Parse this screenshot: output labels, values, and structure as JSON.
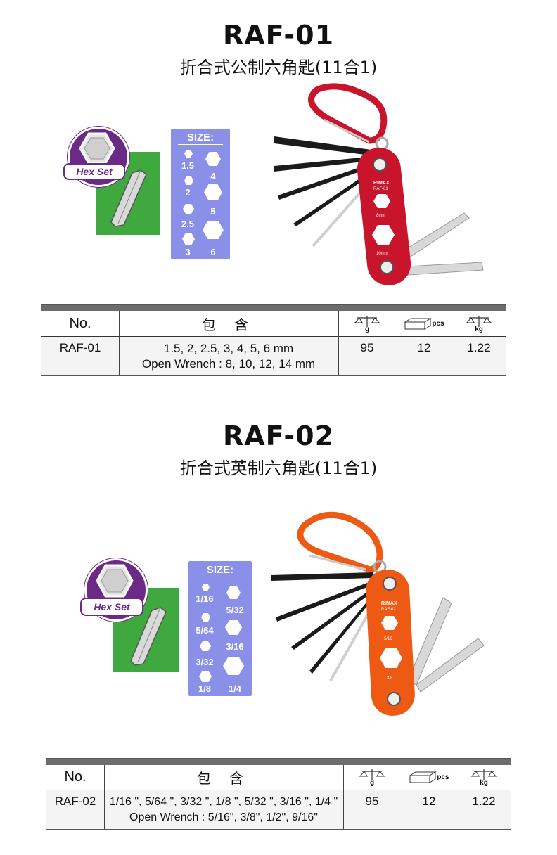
{
  "products": [
    {
      "model": "RAF-01",
      "subtitle": "折合式公制六角匙(11合1)",
      "badge": "Hex Set",
      "size_card": {
        "title": "SIZE:",
        "sizes": [
          "1.5",
          "2",
          "2.5",
          "3",
          "4",
          "5",
          "6"
        ]
      },
      "tool_print": {
        "brand": "RIMAX",
        "model": "RAF-01",
        "mark1": "8mm",
        "mark2": "10mm"
      },
      "tool_color": "#c8152b",
      "table": {
        "headers": {
          "no": "No.",
          "content": "包 含",
          "weight_unit": "g",
          "pcs_unit": "pcs",
          "kg_unit": "kg"
        },
        "row": {
          "no": "RAF-01",
          "content_line1": "1.5, 2, 2.5, 3, 4, 5, 6 mm",
          "content_line2": "Open Wrench : 8, 10, 12, 14 mm",
          "weight": "95",
          "pcs": "12",
          "kg": "1.22"
        }
      }
    },
    {
      "model": "RAF-02",
      "subtitle": "折合式英制六角匙(11合1)",
      "badge": "Hex Set",
      "size_card": {
        "title": "SIZE:",
        "sizes": [
          "1/16",
          "5/64",
          "3/32",
          "1/8",
          "5/32",
          "3/16",
          "1/4"
        ]
      },
      "tool_print": {
        "brand": "RIMAX",
        "model": "RAF-02",
        "mark1": "5/16",
        "mark2": "3/8"
      },
      "tool_color": "#ee5a14",
      "table": {
        "headers": {
          "no": "No.",
          "content": "包 含",
          "weight_unit": "g",
          "pcs_unit": "pcs",
          "kg_unit": "kg"
        },
        "row": {
          "no": "RAF-02",
          "content_line1": "1/16 \", 5/64 \", 3/32 \", 1/8 \", 5/32 \", 3/16 \", 1/4 \"",
          "content_line2": "Open Wrench : 5/16\", 3/8\", 1/2\", 9/16\"",
          "weight": "95",
          "pcs": "12",
          "kg": "1.22"
        }
      }
    }
  ],
  "colors": {
    "purple": "#6a2a86",
    "green": "#3fa83f",
    "card_blue": "#8a8fe8"
  },
  "icons": [
    "hexagon-icon",
    "scale-icon",
    "box-icon"
  ]
}
